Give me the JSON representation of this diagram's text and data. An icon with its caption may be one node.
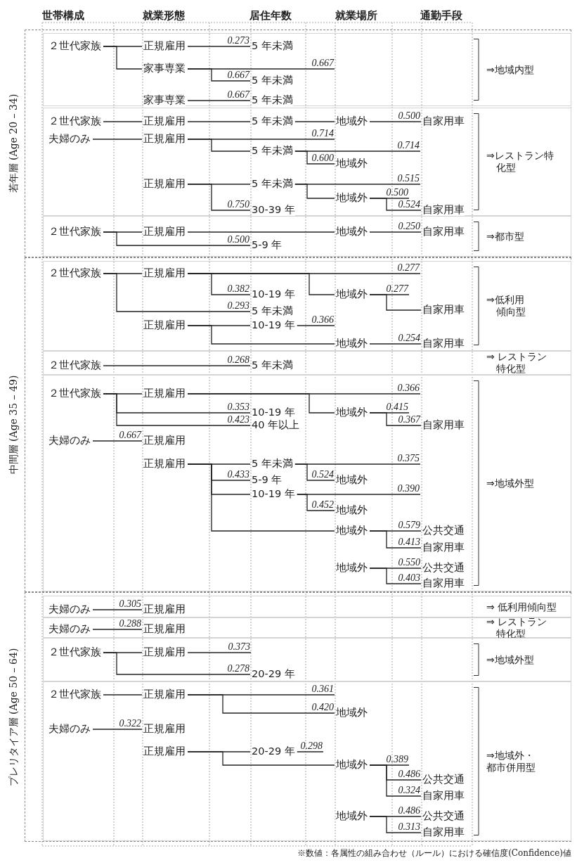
{
  "diagram": {
    "caption": "※数値：各属性の組み合わせ（ルール）における確信度(Confidence)値",
    "nodes": [
      {
        "text": [
          "若年層 (Age 20 – 34)"
        ]
      },
      {
        "text": [
          "⇒地域内型"
        ],
        "in": 0
      },
      {
        "text": [
          "２世代家族"
        ],
        "in": 1
      },
      {
        "text": [
          "正規雇用"
        ],
        "in": 1
      },
      {
        "text": [
          "5 年未満"
        ],
        "in": 1
      },
      {
        "text": [
          "家事専業"
        ],
        "in": 1
      },
      {
        "text": [
          "5 年未満"
        ],
        "in": 1
      },
      {
        "text": [
          "家事専業"
        ],
        "in": 1
      },
      {
        "text": [
          "5 年未満"
        ],
        "in": 1
      },
      {
        "text": [
          "⇒レストラン特化型"
        ],
        "in": 0
      },
      {
        "text": [
          "２世代家族"
        ],
        "in": 9
      },
      {
        "text": [
          "正規雇用"
        ],
        "in": 9
      },
      {
        "text": [
          "5 年未満"
        ],
        "in": 9
      },
      {
        "text": [
          "地域外"
        ],
        "in": 9
      },
      {
        "text": [
          "自家用車"
        ],
        "in": 9
      },
      {
        "text": [
          "夫婦のみ"
        ],
        "in": 9
      },
      {
        "text": [
          "正規雇用"
        ],
        "in": 9
      },
      {
        "text": [
          "5 年未満"
        ],
        "in": 9
      },
      {
        "text": [
          "地域外"
        ],
        "in": 9
      },
      {
        "text": [
          "正規雇用"
        ],
        "in": 9
      },
      {
        "text": [
          "5 年未満"
        ],
        "in": 9
      },
      {
        "text": [
          "地域外"
        ],
        "in": 9
      },
      {
        "text": [
          "30-39 年"
        ],
        "in": 9
      },
      {
        "text": [
          "自家用車"
        ],
        "in": 9
      },
      {
        "text": [
          "⇒都市型"
        ],
        "in": 0
      },
      {
        "text": [
          "２世代家族"
        ],
        "in": 24
      },
      {
        "text": [
          "正規雇用"
        ],
        "in": 24
      },
      {
        "text": [
          "地域外"
        ],
        "in": 24
      },
      {
        "text": [
          "自家用車"
        ],
        "in": 24
      },
      {
        "text": [
          "5-9 年"
        ],
        "in": 24
      },
      {
        "text": [
          "中間層 (Age 35 – 49)"
        ]
      },
      {
        "text": [
          "⇒低利用傾向型"
        ],
        "in": 30
      },
      {
        "text": [
          "２世代家族"
        ],
        "in": 31
      },
      {
        "text": [
          "正規雇用"
        ],
        "in": 31
      },
      {
        "text": [
          "10-19 年"
        ],
        "in": 31
      },
      {
        "text": [
          "地域外"
        ],
        "in": 31
      },
      {
        "text": [
          "5 年未満"
        ],
        "in": 31
      },
      {
        "text": [
          "自家用車"
        ],
        "in": 31
      },
      {
        "text": [
          "正規雇用"
        ],
        "in": 31
      },
      {
        "text": [
          "10-19 年"
        ],
        "in": 31
      },
      {
        "text": [
          "地域外"
        ],
        "in": 31
      },
      {
        "text": [
          "自家用車"
        ],
        "in": 31
      },
      {
        "text": [
          "⇒ レストラン特化型"
        ],
        "in": 30
      },
      {
        "text": [
          "２世代家族"
        ],
        "in": 42
      },
      {
        "text": [
          "5 年未満"
        ],
        "in": 42
      },
      {
        "text": [
          "⇒地域外型"
        ],
        "in": 30
      },
      {
        "text": [
          "２世代家族"
        ],
        "in": 45
      },
      {
        "text": [
          "正規雇用"
        ],
        "in": 45
      },
      {
        "text": [
          "10-19 年"
        ],
        "in": 45
      },
      {
        "text": [
          "地域外"
        ],
        "in": 45
      },
      {
        "text": [
          "40 年以上"
        ],
        "in": 45
      },
      {
        "text": [
          "自家用車"
        ],
        "in": 45
      },
      {
        "text": [
          "夫婦のみ"
        ],
        "in": 45
      },
      {
        "text": [
          "正規雇用"
        ],
        "in": 45
      },
      {
        "text": [
          "正規雇用"
        ],
        "in": 45
      },
      {
        "text": [
          "5 年未満"
        ],
        "in": 45
      },
      {
        "text": [
          "5-9 年"
        ],
        "in": 45
      },
      {
        "text": [
          "地域外"
        ],
        "in": 45
      },
      {
        "text": [
          "10-19 年"
        ],
        "in": 45
      },
      {
        "text": [
          "地域外"
        ],
        "in": 45
      },
      {
        "text": [
          "地域外"
        ],
        "in": 45
      },
      {
        "text": [
          "公共交通"
        ],
        "in": 45
      },
      {
        "text": [
          "自家用車"
        ],
        "in": 45
      },
      {
        "text": [
          "地域外"
        ],
        "in": 45
      },
      {
        "text": [
          "公共交通"
        ],
        "in": 45
      },
      {
        "text": [
          "自家用車"
        ],
        "in": 45
      },
      {
        "text": [
          "プレリタイア層 (Age 50 – 64)"
        ]
      },
      {
        "text": [
          "⇒ 低利用傾向型"
        ],
        "in": 66
      },
      {
        "text": [
          "夫婦のみ"
        ],
        "in": 67
      },
      {
        "text": [
          "正規雇用"
        ],
        "in": 67
      },
      {
        "text": [
          "⇒ レストラン特化型"
        ],
        "in": 66
      },
      {
        "text": [
          "夫婦のみ"
        ],
        "in": 70
      },
      {
        "text": [
          "正規雇用"
        ],
        "in": 70
      },
      {
        "text": [
          "⇒地域外型"
        ],
        "in": 66
      },
      {
        "text": [
          "２世代家族"
        ],
        "in": 73
      },
      {
        "text": [
          "正規雇用"
        ],
        "in": 73
      },
      {
        "text": [
          "20-29 年"
        ],
        "in": 73
      },
      {
        "text": [
          "⇒地域外・都市併用型"
        ],
        "in": 66
      },
      {
        "text": [
          "２世代家族"
        ],
        "in": 77
      },
      {
        "text": [
          "正規雇用"
        ],
        "in": 77
      },
      {
        "text": [
          "地域外"
        ],
        "in": 77
      },
      {
        "text": [
          "夫婦のみ"
        ],
        "in": 77
      },
      {
        "text": [
          "正規雇用"
        ],
        "in": 77
      },
      {
        "text": [
          "正規雇用"
        ],
        "in": 77
      },
      {
        "text": [
          "20-29 年"
        ],
        "in": 77
      },
      {
        "text": [
          "地域外"
        ],
        "in": 77
      },
      {
        "text": [
          "公共交通"
        ],
        "in": 77
      },
      {
        "text": [
          "自家用車"
        ],
        "in": 77
      },
      {
        "text": [
          "地域外"
        ],
        "in": 77
      },
      {
        "text": [
          "公共交通"
        ],
        "in": 77
      },
      {
        "text": [
          "自家用車"
        ],
        "in": 77
      }
    ],
    "edges": [
      {
        "from": 2,
        "to": 3,
        "arrow": "none"
      },
      {
        "from": 2,
        "to": 5,
        "arrow": "none"
      },
      {
        "from": 3,
        "to": 4,
        "arrow": "none",
        "label": "0.273"
      },
      {
        "from": 5,
        "to": null,
        "arrow": "none",
        "label": "0.667"
      },
      {
        "from": 5,
        "to": 6,
        "arrow": "none",
        "label": "0.667"
      },
      {
        "from": 7,
        "to": 8,
        "arrow": "none",
        "label": "0.667"
      },
      {
        "from": 10,
        "to": 11,
        "arrow": "none"
      },
      {
        "from": 11,
        "to": 12,
        "arrow": "none"
      },
      {
        "from": 12,
        "to": 13,
        "arrow": "none"
      },
      {
        "from": 13,
        "to": 14,
        "arrow": "none",
        "label": "0.500"
      },
      {
        "from": 15,
        "to": 16,
        "arrow": "none"
      },
      {
        "from": 16,
        "to": null,
        "arrow": "none",
        "label": "0.714"
      },
      {
        "from": 16,
        "to": 17,
        "arrow": "none"
      },
      {
        "from": 17,
        "to": null,
        "arrow": "none",
        "label": "0.714"
      },
      {
        "from": 17,
        "to": 18,
        "arrow": "none",
        "label": "0.600"
      },
      {
        "from": 19,
        "to": 20,
        "arrow": "none"
      },
      {
        "from": 19,
        "to": 22,
        "arrow": "none",
        "label": "0.750"
      },
      {
        "from": 20,
        "to": null,
        "arrow": "none",
        "label": "0.515"
      },
      {
        "from": 20,
        "to": 21,
        "arrow": "none"
      },
      {
        "from": 21,
        "to": null,
        "arrow": "none",
        "label": "0.500"
      },
      {
        "from": 21,
        "to": 23,
        "arrow": "none",
        "label": "0.524"
      },
      {
        "from": 25,
        "to": 26,
        "arrow": "none"
      },
      {
        "from": 26,
        "to": 27,
        "arrow": "none"
      },
      {
        "from": 27,
        "to": 28,
        "arrow": "none",
        "label": "0.250"
      },
      {
        "from": 25,
        "to": 29,
        "arrow": "none",
        "label": "0.500"
      },
      {
        "from": 32,
        "to": 33,
        "arrow": "none"
      },
      {
        "from": 33,
        "to": null,
        "arrow": "none",
        "label": "0.277"
      },
      {
        "from": 33,
        "to": 34,
        "arrow": "none",
        "label": "0.382"
      },
      {
        "from": 33,
        "to": 35,
        "arrow": "none"
      },
      {
        "from": 35,
        "to": null,
        "arrow": "none",
        "label": "0.277"
      },
      {
        "from": 35,
        "to": 37,
        "arrow": "none"
      },
      {
        "from": 32,
        "to": 36,
        "arrow": "none",
        "label": "0.293"
      },
      {
        "from": 38,
        "to": 39,
        "arrow": "none"
      },
      {
        "from": 39,
        "to": null,
        "arrow": "none",
        "label": "0.366"
      },
      {
        "from": 38,
        "to": 40,
        "arrow": "none"
      },
      {
        "from": 40,
        "to": 41,
        "arrow": "none",
        "label": "0.254"
      },
      {
        "from": 43,
        "to": 44,
        "arrow": "none",
        "label": "0.268"
      },
      {
        "from": 46,
        "to": 47,
        "arrow": "none"
      },
      {
        "from": 47,
        "to": null,
        "arrow": "none",
        "label": "0.366"
      },
      {
        "from": 47,
        "to": 49,
        "arrow": "none"
      },
      {
        "from": 49,
        "to": null,
        "arrow": "none",
        "label": "0.415"
      },
      {
        "from": 49,
        "to": 51,
        "arrow": "none",
        "label": "0.367"
      },
      {
        "from": 46,
        "to": 48,
        "arrow": "none",
        "label": "0.353"
      },
      {
        "from": 46,
        "to": 50,
        "arrow": "none",
        "label": "0.423"
      },
      {
        "from": 52,
        "to": 53,
        "arrow": "none",
        "label": "0.667"
      },
      {
        "from": 54,
        "to": 55,
        "arrow": "none"
      },
      {
        "from": 54,
        "to": 56,
        "arrow": "none",
        "label": "0.433"
      },
      {
        "from": 54,
        "to": 58,
        "arrow": "none"
      },
      {
        "from": 54,
        "to": 60,
        "arrow": "none"
      },
      {
        "from": 55,
        "to": null,
        "arrow": "none",
        "label": "0.375"
      },
      {
        "from": 55,
        "to": 57,
        "arrow": "none",
        "label": "0.524"
      },
      {
        "from": 58,
        "to": null,
        "arrow": "none",
        "label": "0.390"
      },
      {
        "from": 58,
        "to": 59,
        "arrow": "none",
        "label": "0.452"
      },
      {
        "from": 60,
        "to": 61,
        "arrow": "none",
        "label": "0.579"
      },
      {
        "from": 60,
        "to": 62,
        "arrow": "none",
        "label": "0.413"
      },
      {
        "from": 63,
        "to": 64,
        "arrow": "none",
        "label": "0.550"
      },
      {
        "from": 63,
        "to": 65,
        "arrow": "none",
        "label": "0.403"
      },
      {
        "from": 68,
        "to": 69,
        "arrow": "none",
        "label": "0.305"
      },
      {
        "from": 71,
        "to": 72,
        "arrow": "none",
        "label": "0.288"
      },
      {
        "from": 74,
        "to": 75,
        "arrow": "none"
      },
      {
        "from": 75,
        "to": null,
        "arrow": "none",
        "label": "0.373"
      },
      {
        "from": 74,
        "to": 76,
        "arrow": "none",
        "label": "0.278"
      },
      {
        "from": 78,
        "to": 79,
        "arrow": "none"
      },
      {
        "from": 79,
        "to": null,
        "arrow": "none",
        "label": "0.361"
      },
      {
        "from": 79,
        "to": 80,
        "arrow": "none",
        "label": "0.420"
      },
      {
        "from": 81,
        "to": 82,
        "arrow": "none",
        "label": "0.322"
      },
      {
        "from": 83,
        "to": 84,
        "arrow": "none"
      },
      {
        "from": 84,
        "to": null,
        "arrow": "none",
        "label": "0.298"
      },
      {
        "from": 83,
        "to": 85,
        "arrow": "none"
      },
      {
        "from": 85,
        "to": null,
        "arrow": "none",
        "label": "0.389"
      },
      {
        "from": 85,
        "to": 86,
        "arrow": "none",
        "label": "0.486"
      },
      {
        "from": 85,
        "to": 87,
        "arrow": "none",
        "label": "0.324"
      },
      {
        "from": 88,
        "to": 89,
        "arrow": "none",
        "label": "0.486"
      },
      {
        "from": 88,
        "to": 90,
        "arrow": "none",
        "label": "0.313"
      }
    ],
    "labels": [
      "世帯構成",
      "就業形態",
      "居住年数",
      "就業場所",
      "通勤手段"
    ]
  }
}
